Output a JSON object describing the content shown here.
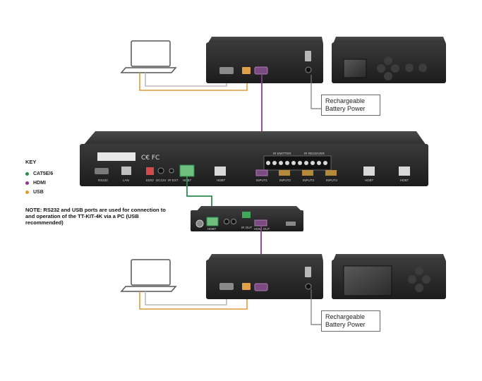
{
  "key": {
    "title": "KEY",
    "items": [
      {
        "label": "CAT5E/6",
        "color": "#2e8b4e"
      },
      {
        "label": "HDMI",
        "color": "#8a3d8f"
      },
      {
        "label": "USB",
        "color": "#e39a3a"
      }
    ]
  },
  "note": "NOTE: RS232 and USB ports are used for connection to and operation of the TT-KIT-4K via a PC (USB recommended)",
  "callouts": {
    "top": "Rechargeable Battery Power",
    "bottom": "Rechargeable Battery Power"
  },
  "switcher": {
    "ports": [
      "RS232",
      "LAN",
      "EDID",
      "DC12V",
      "IR EXT",
      "HDBT",
      "HDBT",
      "INPUT1",
      "INPUT2",
      "INPUT3",
      "INPUT4",
      "HDBT",
      "HDBT"
    ],
    "ir_labels": [
      "IR EMITTER",
      "IR RECEIVER"
    ]
  },
  "receiver": {
    "ports": [
      "HDBT",
      "IR OUT",
      "HDMI OUT"
    ]
  },
  "colors": {
    "cat": "#2e8b4e",
    "hdmi": "#8a3d8f",
    "usb": "#e39a3a",
    "device": "#2b2b2b"
  }
}
